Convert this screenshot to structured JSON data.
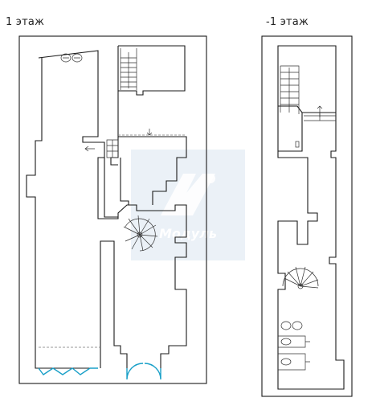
{
  "floors": [
    {
      "label": "1 этаж"
    },
    {
      "label": "-1 этаж"
    }
  ],
  "watermark": {
    "text": "Модуль",
    "color": "#c9d9ea"
  },
  "colors": {
    "wall": "#1a1a1a",
    "glazing": "#1aa0c8",
    "sheet_border": "#333333"
  }
}
